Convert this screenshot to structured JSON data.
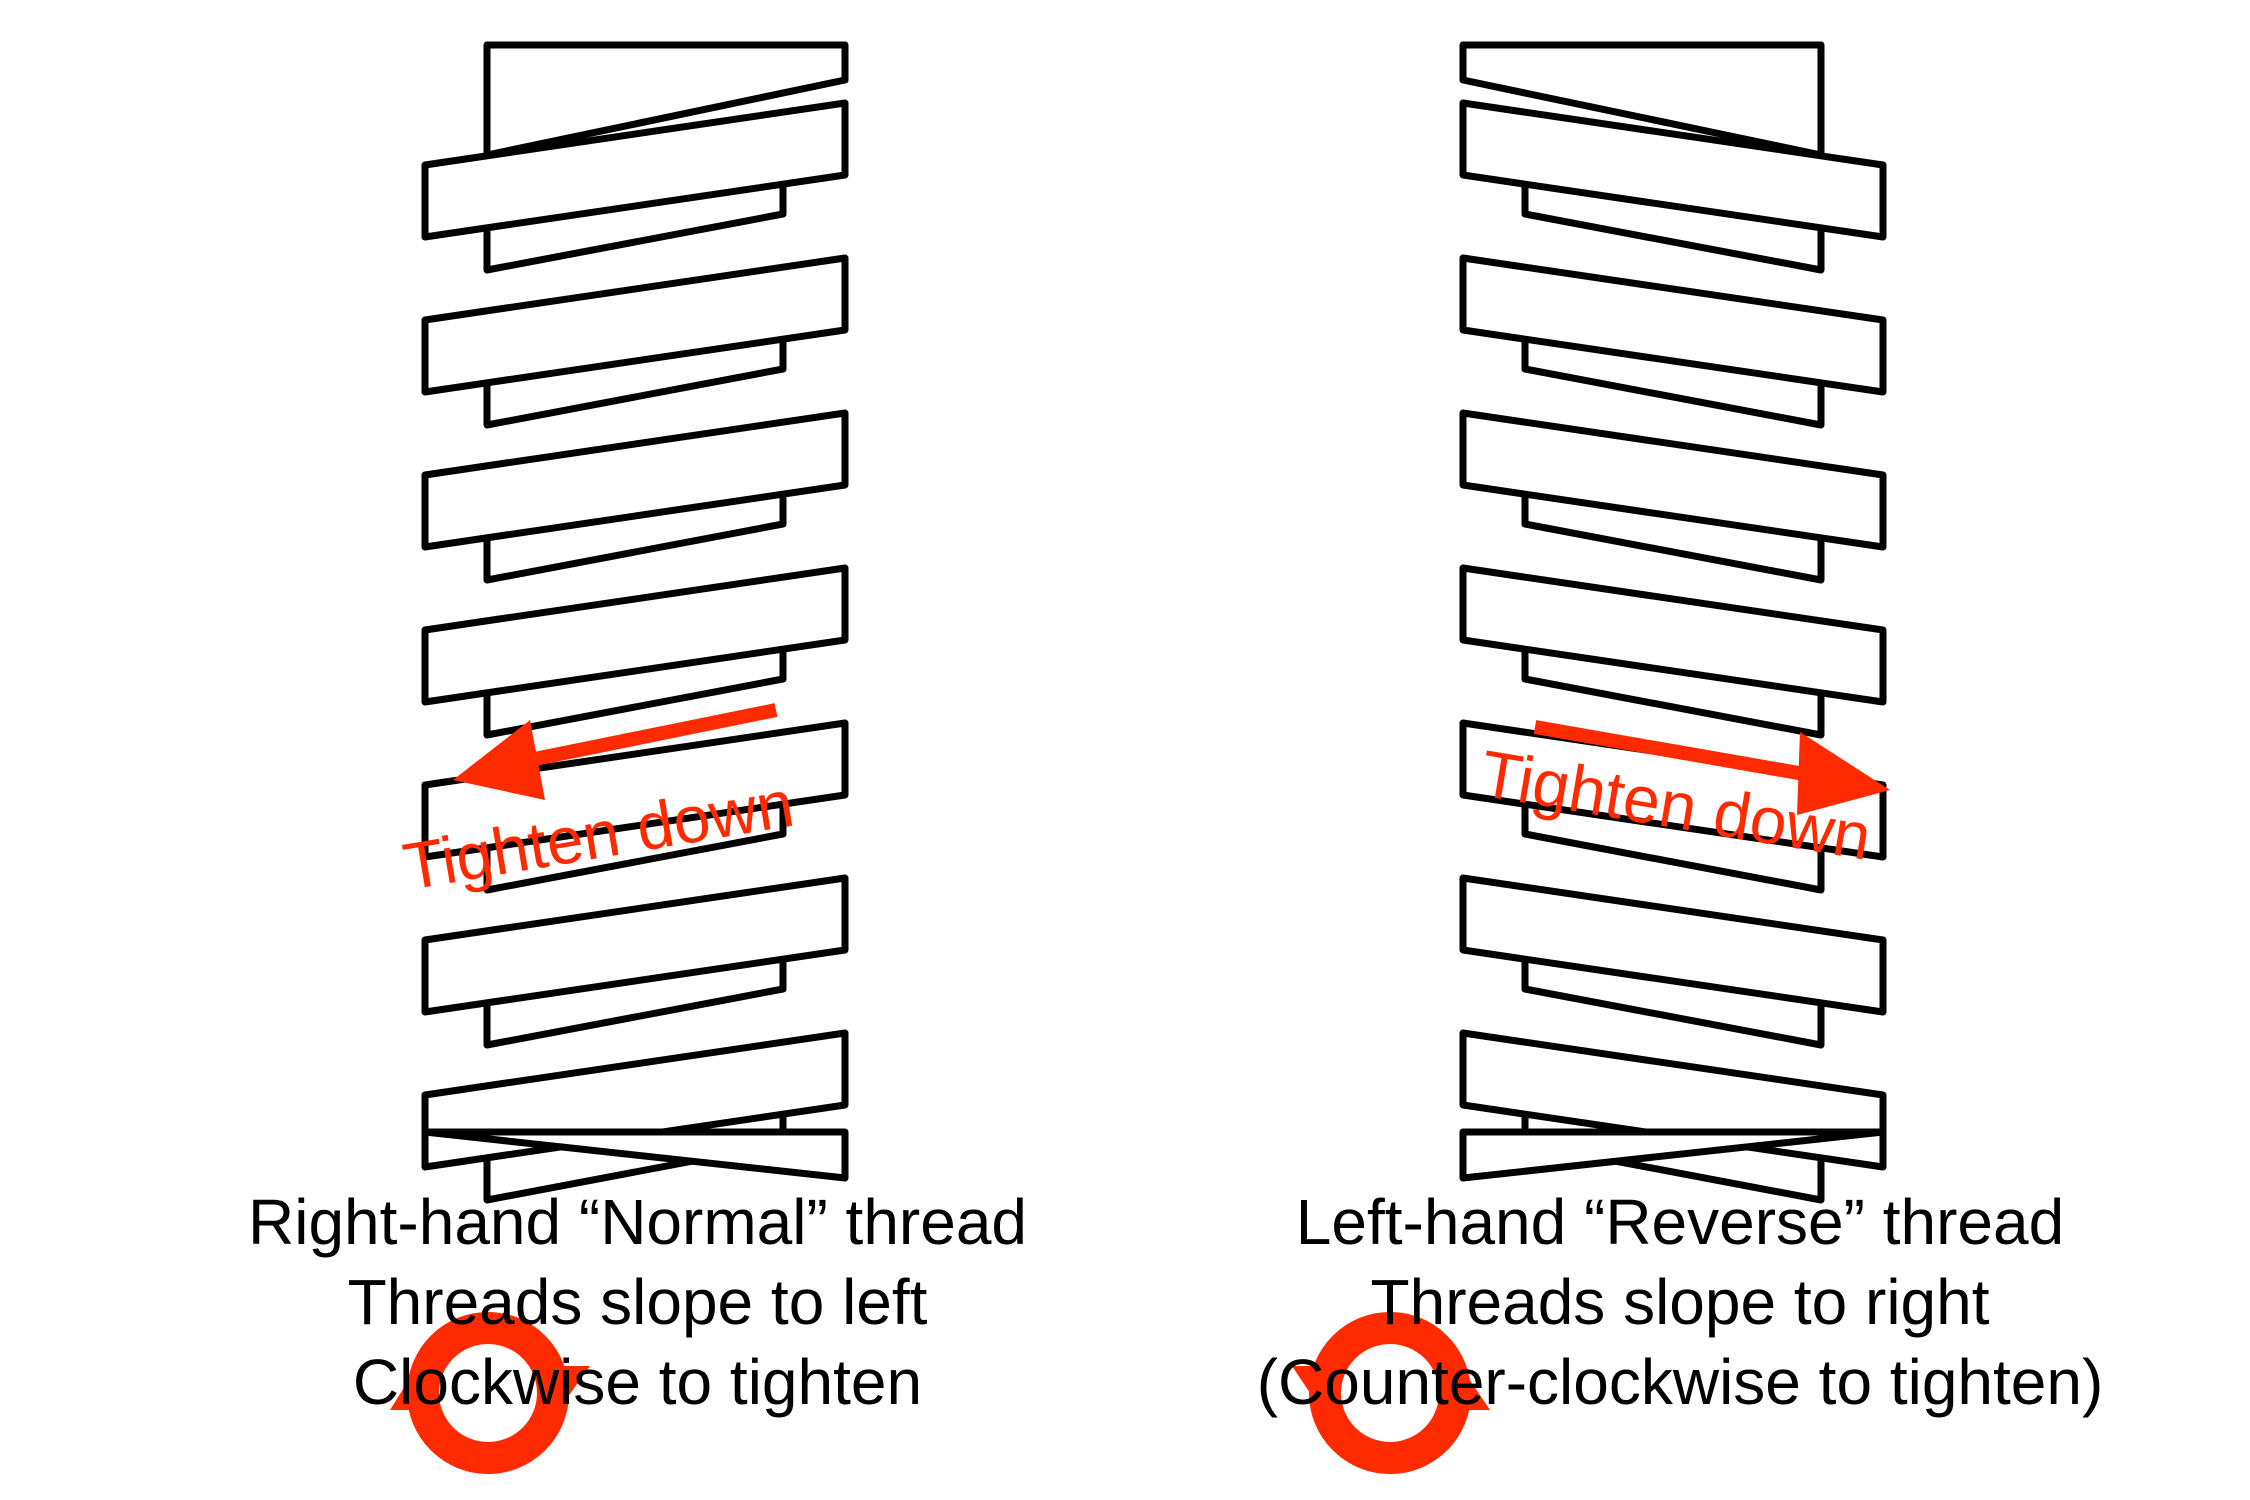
{
  "colors": {
    "accent": "#ff2a00",
    "ink": "#000000",
    "background": "#ffffff"
  },
  "left_panel": {
    "arrow_label": "Tighten down",
    "arrow_direction": "left",
    "icon": "clockwise-rotation-icon",
    "caption": [
      "Right-hand “Normal” thread",
      "Threads slope to left",
      "Clockwise to tighten"
    ]
  },
  "right_panel": {
    "arrow_label": "Tighten down",
    "arrow_direction": "right",
    "icon": "counter-clockwise-rotation-icon",
    "caption": [
      "Left-hand “Reverse” thread",
      "Threads slope to right",
      "(Counter-clockwise to tighten)"
    ]
  }
}
